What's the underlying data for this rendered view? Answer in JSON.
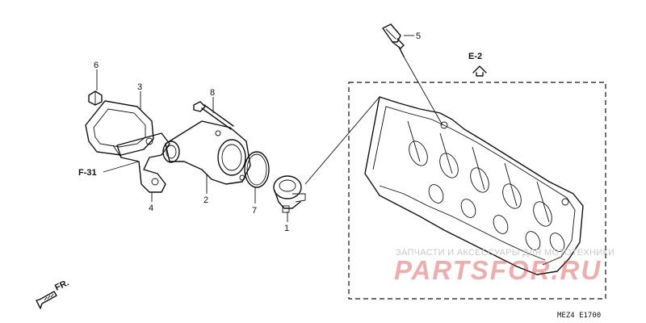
{
  "diagram": {
    "callouts": [
      {
        "id": "1",
        "label": "1"
      },
      {
        "id": "2",
        "label": "2"
      },
      {
        "id": "3",
        "label": "3"
      },
      {
        "id": "4",
        "label": "4"
      },
      {
        "id": "5",
        "label": "5"
      },
      {
        "id": "6",
        "label": "6"
      },
      {
        "id": "7",
        "label": "7"
      },
      {
        "id": "8",
        "label": "8"
      }
    ],
    "references": {
      "f31": "F-31",
      "e2": "E-2",
      "front": "FR."
    },
    "drawing_code": "MEZ4 E1700"
  },
  "watermark": {
    "tagline": "ЗАПЧАСТИ И АКСЕССУАРЫ ДЛЯ МОТОТЕХНИКИ",
    "brand": "PARTSFOR.RU",
    "color": "#d62828"
  }
}
